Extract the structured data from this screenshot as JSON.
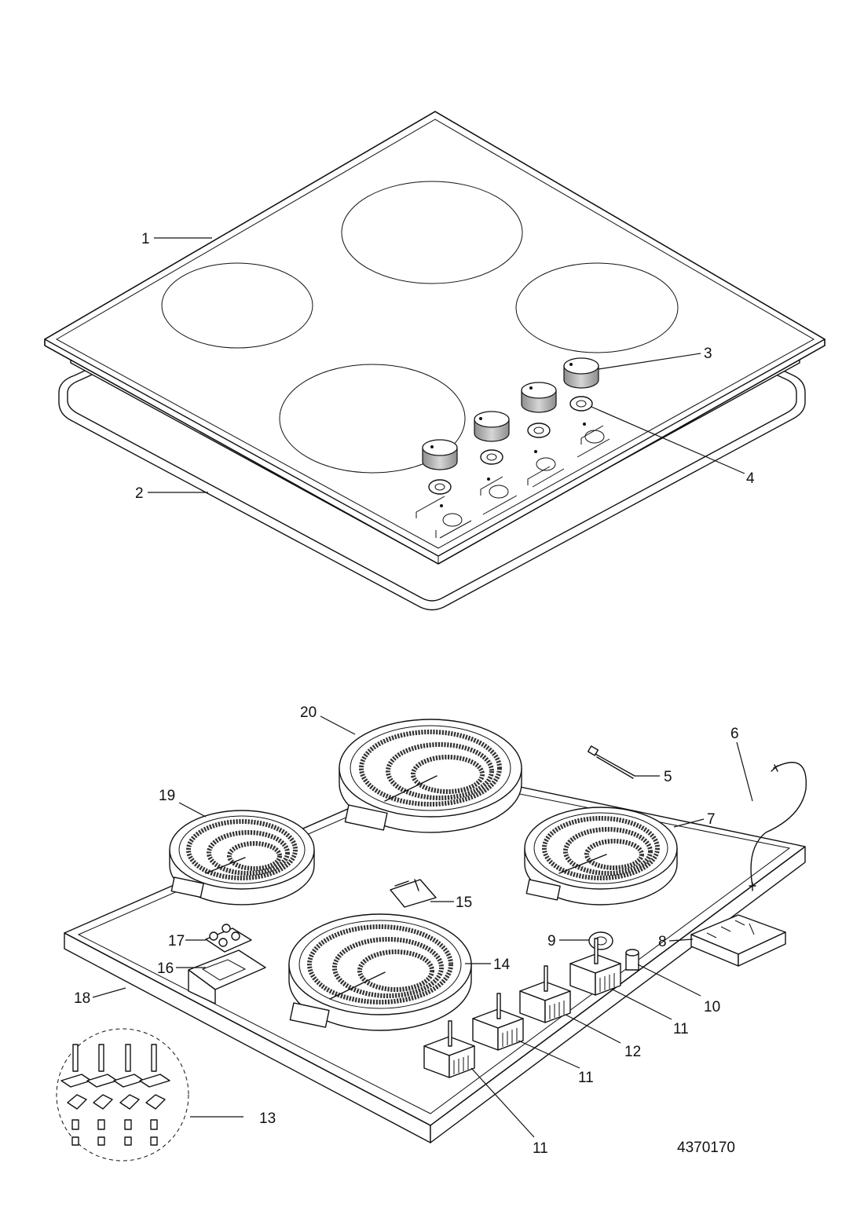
{
  "drawing_number": "4370170",
  "colors": {
    "line": "#111111",
    "knob_fill": "#b9b9b9",
    "background": "#ffffff"
  },
  "callouts": {
    "c1": "1",
    "c2": "2",
    "c3": "3",
    "c4": "4",
    "c5": "5",
    "c6": "6",
    "c7": "7",
    "c8": "8",
    "c9": "9",
    "c10": "10",
    "c11a": "11",
    "c11b": "11",
    "c11c": "11",
    "c12": "12",
    "c13": "13",
    "c14": "14",
    "c15": "15",
    "c16": "16",
    "c17": "17",
    "c18": "18",
    "c19": "19",
    "c20": "20"
  }
}
